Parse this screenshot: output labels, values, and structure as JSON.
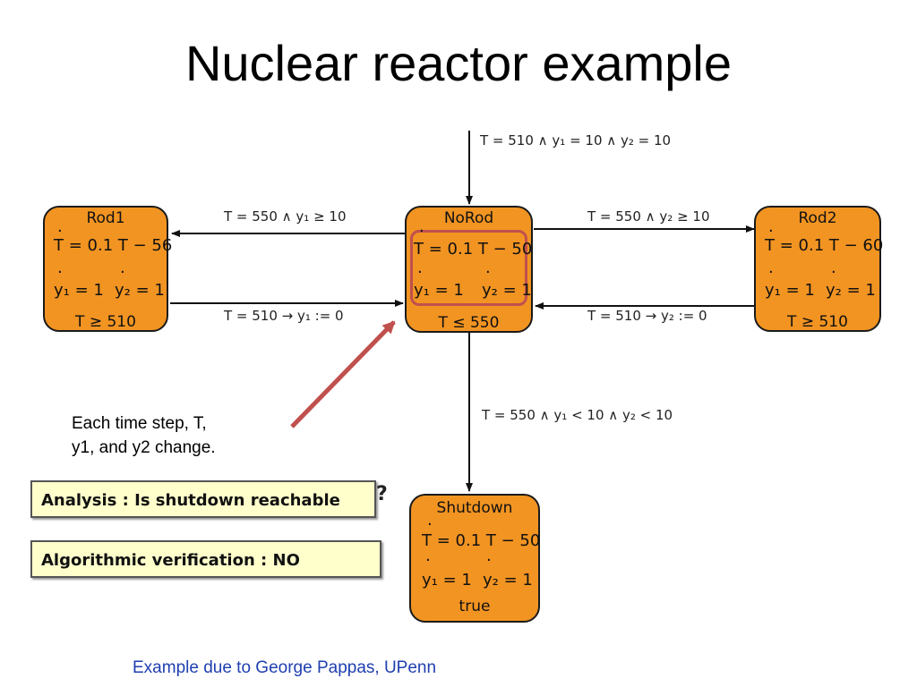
{
  "title": "Nuclear reactor example",
  "states": {
    "rod1": {
      "name": "Rod1",
      "flow_t": "T = 0.1 T − 56",
      "flow_y1": "y₁ = 1",
      "flow_y2": "y₂ = 1",
      "invariant": "T ≥ 510"
    },
    "norod": {
      "name": "NoRod",
      "flow_t": "T = 0.1 T − 50",
      "flow_y1": "y₁ = 1",
      "flow_y2": "y₂ = 1",
      "invariant": "T ≤ 550"
    },
    "rod2": {
      "name": "Rod2",
      "flow_t": "T = 0.1 T − 60",
      "flow_y1": "y₁ = 1",
      "flow_y2": "y₂ = 1",
      "invariant": "T ≥ 510"
    },
    "shutdown": {
      "name": "Shutdown",
      "flow_t": "T = 0.1 T − 50",
      "flow_y1": "y₁ = 1",
      "flow_y2": "y₂ = 1",
      "invariant": "true"
    }
  },
  "edges": {
    "initial": "T = 510 ∧ y₁ = 10 ∧ y₂ = 10",
    "norod_to_rod1": "T = 550 ∧ y₁ ≥ 10",
    "rod1_to_norod": "T = 510 → y₁ := 0",
    "norod_to_rod2": "T = 550 ∧ y₂ ≥ 10",
    "rod2_to_norod": "T = 510 → y₂ := 0",
    "norod_to_shutdown": "T = 550 ∧ y₁ < 10 ∧ y₂ < 10"
  },
  "note": [
    "Each time step, T,",
    "y1, and y2 change."
  ],
  "analysis": "Analysis : Is shutdown reachable",
  "question_mark": "?",
  "verification": "Algorithmic verification :  NO",
  "credit": "Example due to George Pappas, UPenn",
  "colors": {
    "state_fill": "#f29422",
    "highlight": "#c0504d",
    "box_fill": "#ffffcc",
    "credit": "#1f3fb0"
  }
}
